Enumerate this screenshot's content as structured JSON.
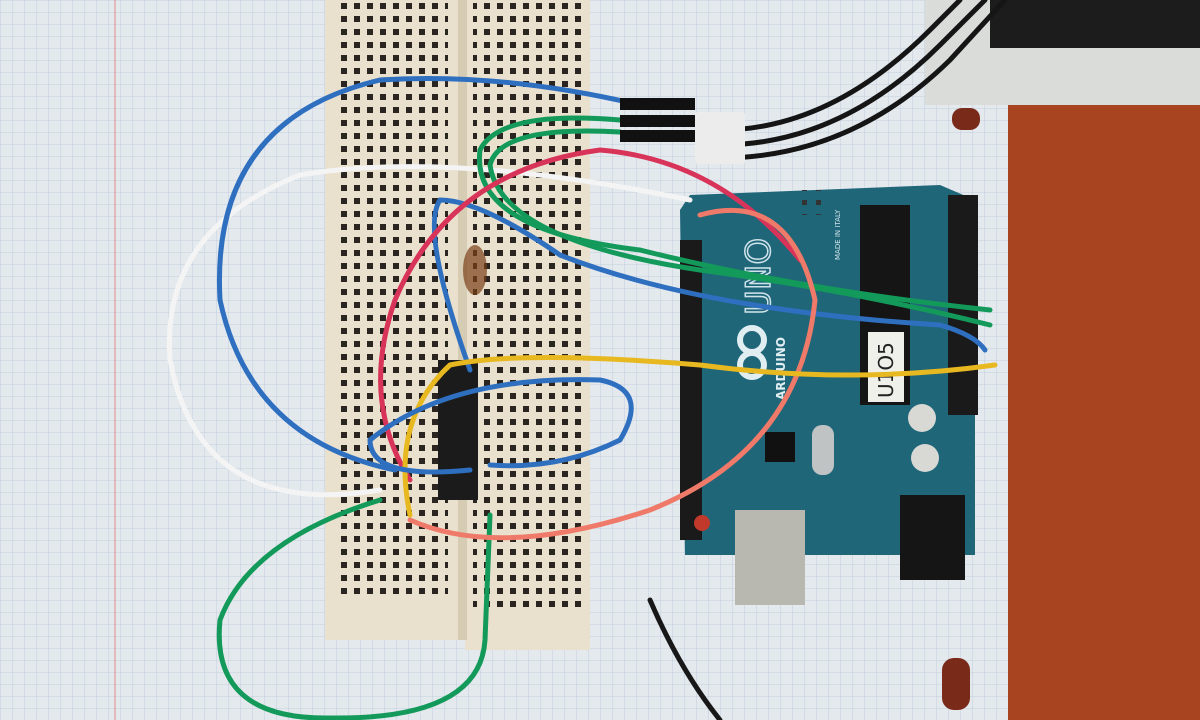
{
  "board": {
    "model_label": "UNO",
    "brand_label": "ARDUINO",
    "chip_label": "U1O5",
    "made_in_label": "MADE IN ITALY"
  },
  "colors": {
    "paper": "#e4e9ee",
    "breadboard": "#e9e1cd",
    "board": "#1f6679",
    "wood": "#a8441f",
    "wire_blue": "#2f6fc0",
    "wire_green": "#139a5a",
    "wire_white": "#f4f4f4",
    "wire_red": "#d8345a",
    "wire_salmon": "#f07a6a",
    "wire_yellow": "#e8b820"
  }
}
